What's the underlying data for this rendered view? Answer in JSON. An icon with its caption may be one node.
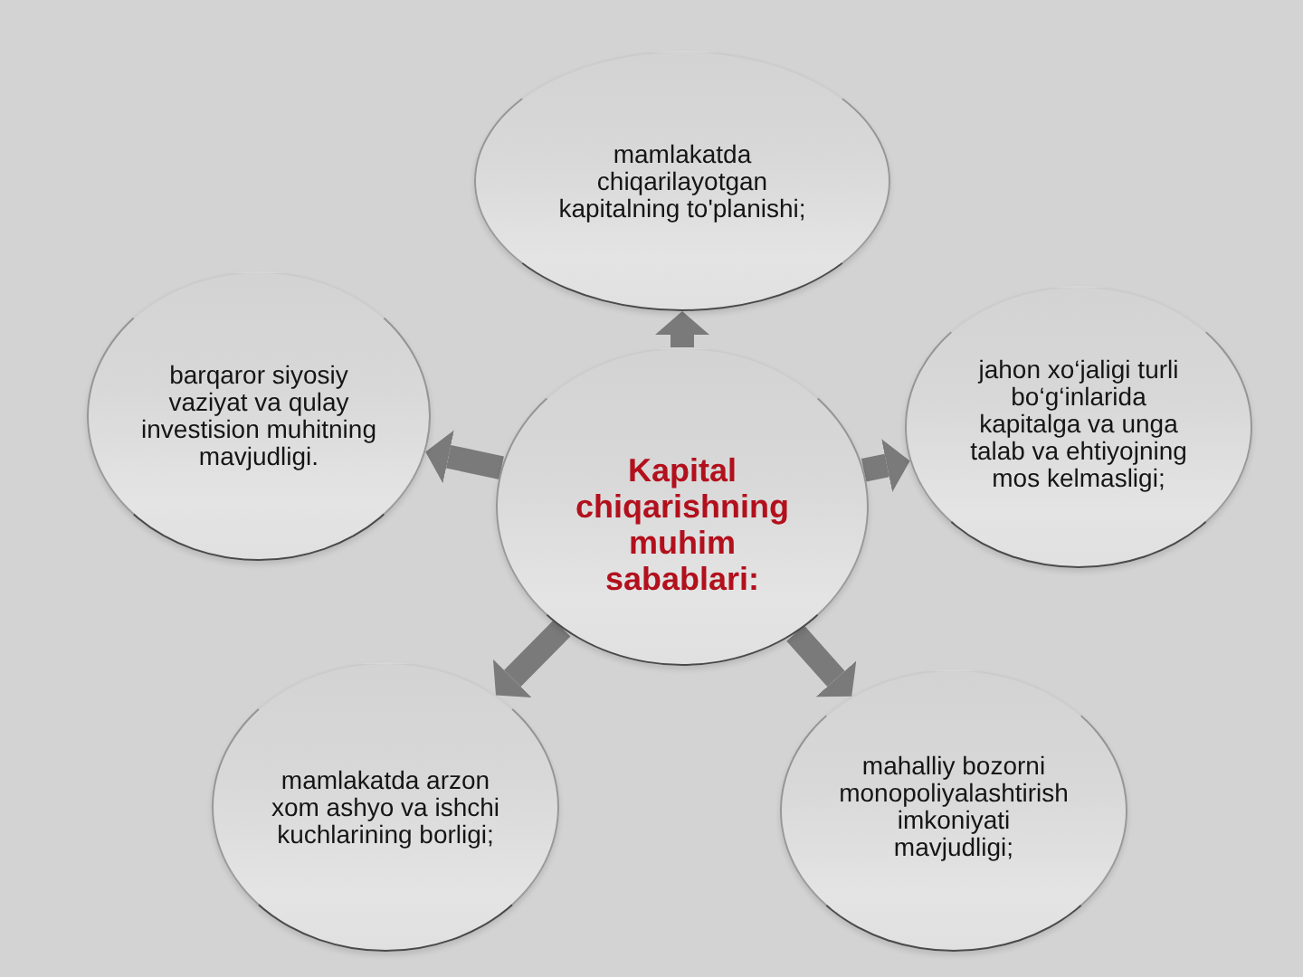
{
  "diagram": {
    "nodes": [
      {
        "text": [
          "mamlakatda chiqarilayotgan kapitalning to'planishi;"
        ]
      },
      {
        "text": [
          "barqaror siyosiy vaziyat va qulay investision muhitning mavjudligi."
        ]
      },
      {
        "text": [
          "jahon xo‘jaligi turli bo‘g‘inlarida kapitalga va unga talab va ehtiyojning mos kelmasligi;"
        ]
      },
      {
        "text": [
          "Kapital chiqarishning muhim sabablari:"
        ]
      },
      {
        "text": [
          "mamlakatda arzon xom ashyo va ishchi kuchlarining borligi;"
        ]
      },
      {
        "text": [
          "mahalliy bozorni monopoliyalashtirish imkoniyati mavjudligi;"
        ]
      }
    ],
    "edges": [
      {
        "from": 3,
        "to": 0,
        "arrow": "to"
      },
      {
        "from": 3,
        "to": 1,
        "arrow": "to"
      },
      {
        "from": 3,
        "to": 2,
        "arrow": "to"
      },
      {
        "from": 3,
        "to": 4,
        "arrow": "to"
      },
      {
        "from": 3,
        "to": 5,
        "arrow": "to"
      }
    ]
  }
}
